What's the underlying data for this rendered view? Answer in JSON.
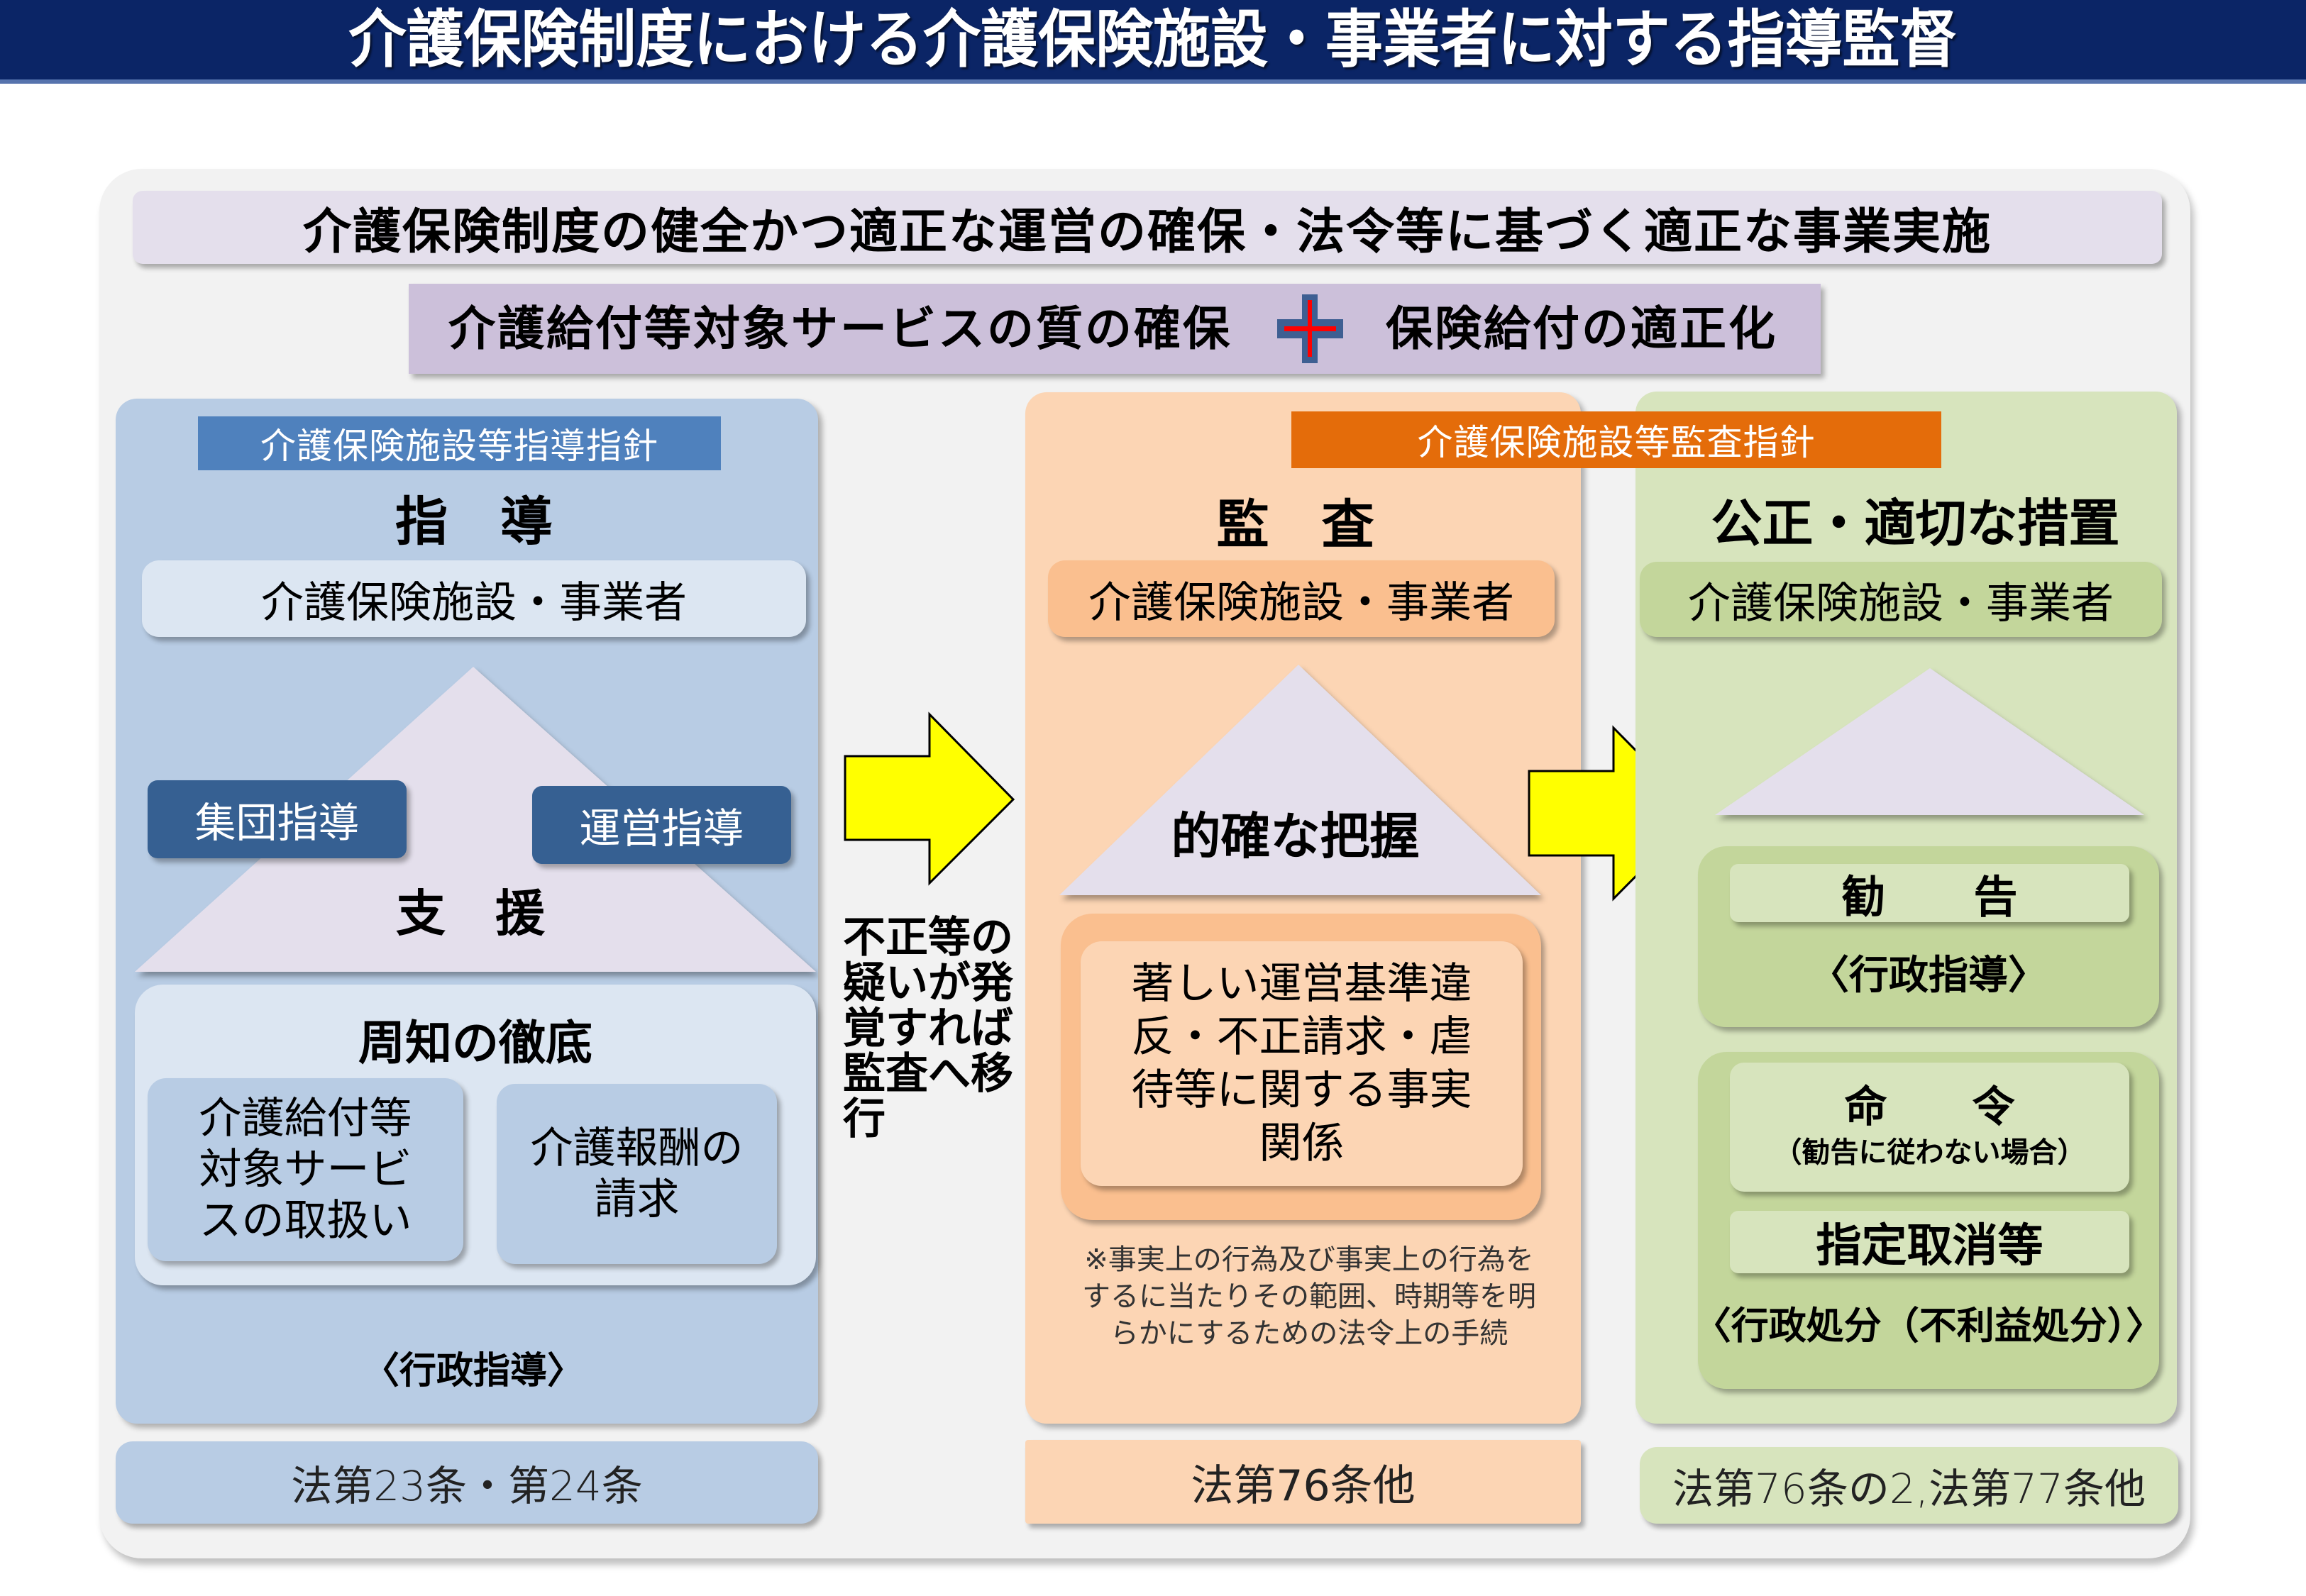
{
  "title": "介護保険制度における介護保険施設・事業者に対する指導監督",
  "purpose_banner": "介護保険制度の健全かつ適正な運営の確保・法令等に基づく適正な事業実施",
  "goals_banner": {
    "left": "介護給付等対象サービスの質の確保",
    "connector_icon": "plus",
    "right": "保険給付の適正化"
  },
  "guidance": {
    "guideline": "介護保険施設等指導指針",
    "heading": "指　導",
    "target": "介護保険施設・事業者",
    "methods": [
      "集団指導",
      "運営指導"
    ],
    "support": "支　援",
    "awareness": {
      "title": "周知の徹底",
      "items": [
        {
          "lines": [
            "介護給付等",
            "対象サービ",
            "スの取扱い"
          ]
        },
        {
          "lines": [
            "介護報酬の",
            "請求"
          ]
        }
      ]
    },
    "nature": "〈行政指導〉",
    "law": "法第23条・第24条"
  },
  "transition": {
    "arrow_icon": "arrow-right",
    "lines": [
      "不正等の",
      "疑いが発",
      "覚すれば",
      "監査へ移",
      "行"
    ]
  },
  "audit": {
    "guideline": "介護保険施設等監査指針",
    "heading": "監　査",
    "target": "介護保険施設・事業者",
    "purpose": "的確な把握",
    "facts": {
      "lines": [
        "著しい運営基準違",
        "反・不正請求・虐",
        "待等に関する事実",
        "関係"
      ]
    },
    "note": {
      "lines": [
        "※事実上の行為及び事実上の行為を",
        "するに当たりその範囲、時期等を明",
        "らかにするための法令上の手続"
      ]
    },
    "law": "法第76条他"
  },
  "measures": {
    "arrow_icon": "arrow-right",
    "heading": "公正・適切な措置",
    "target": "介護保険施設・事業者",
    "recommendation": {
      "label": "勧　　告",
      "nature": "〈行政指導〉"
    },
    "disposition": {
      "order": {
        "label": "命　　令",
        "condition": "（勧告に従わない場合）"
      },
      "revocation": "指定取消等",
      "nature": "〈行政処分（不利益処分）〉"
    },
    "law": "法第76条の2,法第77条他"
  },
  "colors": {
    "title_bg": "#0b2566",
    "title_accent": "#5673ad",
    "panel_bg": "#f2f2f2",
    "banner1_bg": "#e4dfec",
    "banner2_bg": "#ccc0da",
    "guidance_bg": "#b8cce4",
    "guidance_light": "#dce6f2",
    "guidance_label": "#4f81bd",
    "guidance_dark": "#366092",
    "audit_bg": "#fcd5b4",
    "audit_mid": "#fabf8f",
    "audit_label": "#e46c0a",
    "measures_bg": "#d7e4bd",
    "measures_mid": "#c3d69b",
    "triangle": "#e4dfec",
    "arrow": "#ffff00",
    "plus_blue": "#3e5f92",
    "plus_red": "#ff0000"
  }
}
